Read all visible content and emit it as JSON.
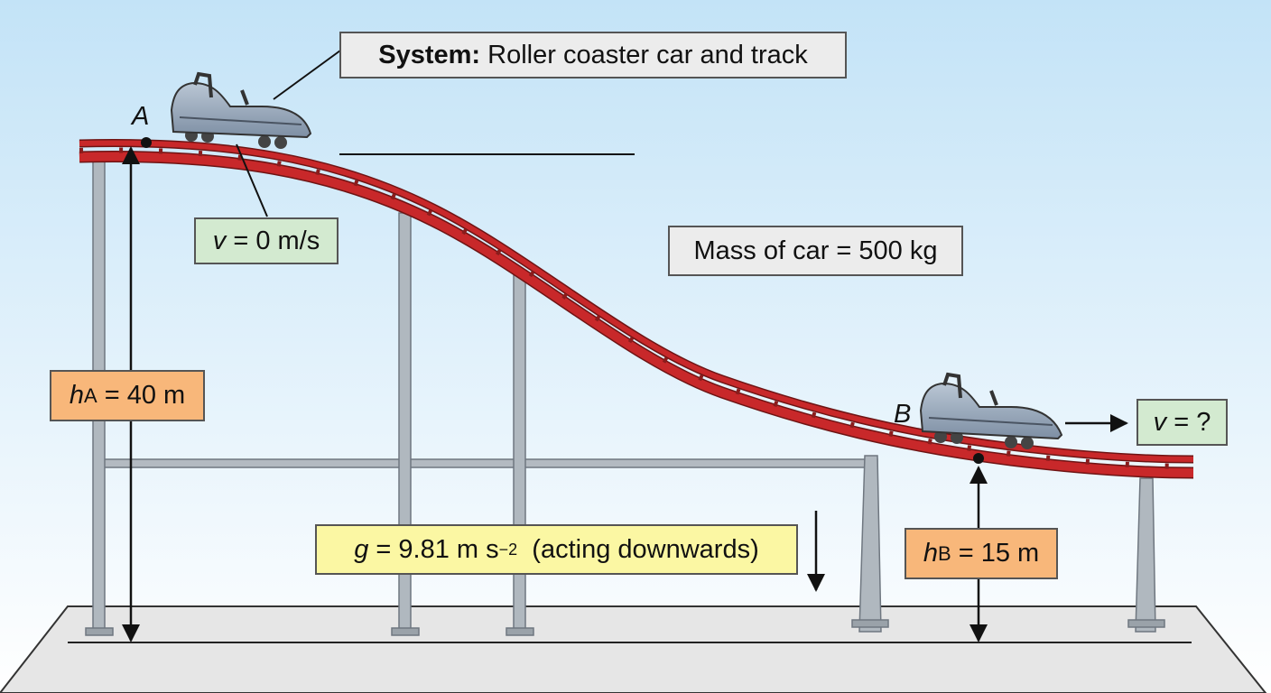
{
  "system_box": {
    "bold": "System:",
    "text": "Roller coaster car and track"
  },
  "point_a": "A",
  "point_b": "B",
  "velocity_a": {
    "symbol": "v",
    "value": " = 0 m/s"
  },
  "velocity_b": {
    "symbol": "v",
    "value": " = ?"
  },
  "mass_box": "Mass of car = 500 kg",
  "height_a": {
    "symbol": "h",
    "subscript": "A",
    "value": " = 40 m"
  },
  "height_b": {
    "symbol": "h",
    "subscript": "B",
    "value": " = 15 m"
  },
  "gravity": {
    "symbol": "g",
    "value": " = 9.81 m s",
    "exponent": "−2",
    "note": "(acting downwards)"
  },
  "colors": {
    "track": "#c8282a",
    "car": "#8c9db2",
    "sky_top": "#c3e3f7",
    "sky_bottom": "#ffffff",
    "ground": "#e4e4e4",
    "support": "#a9b1b8"
  }
}
